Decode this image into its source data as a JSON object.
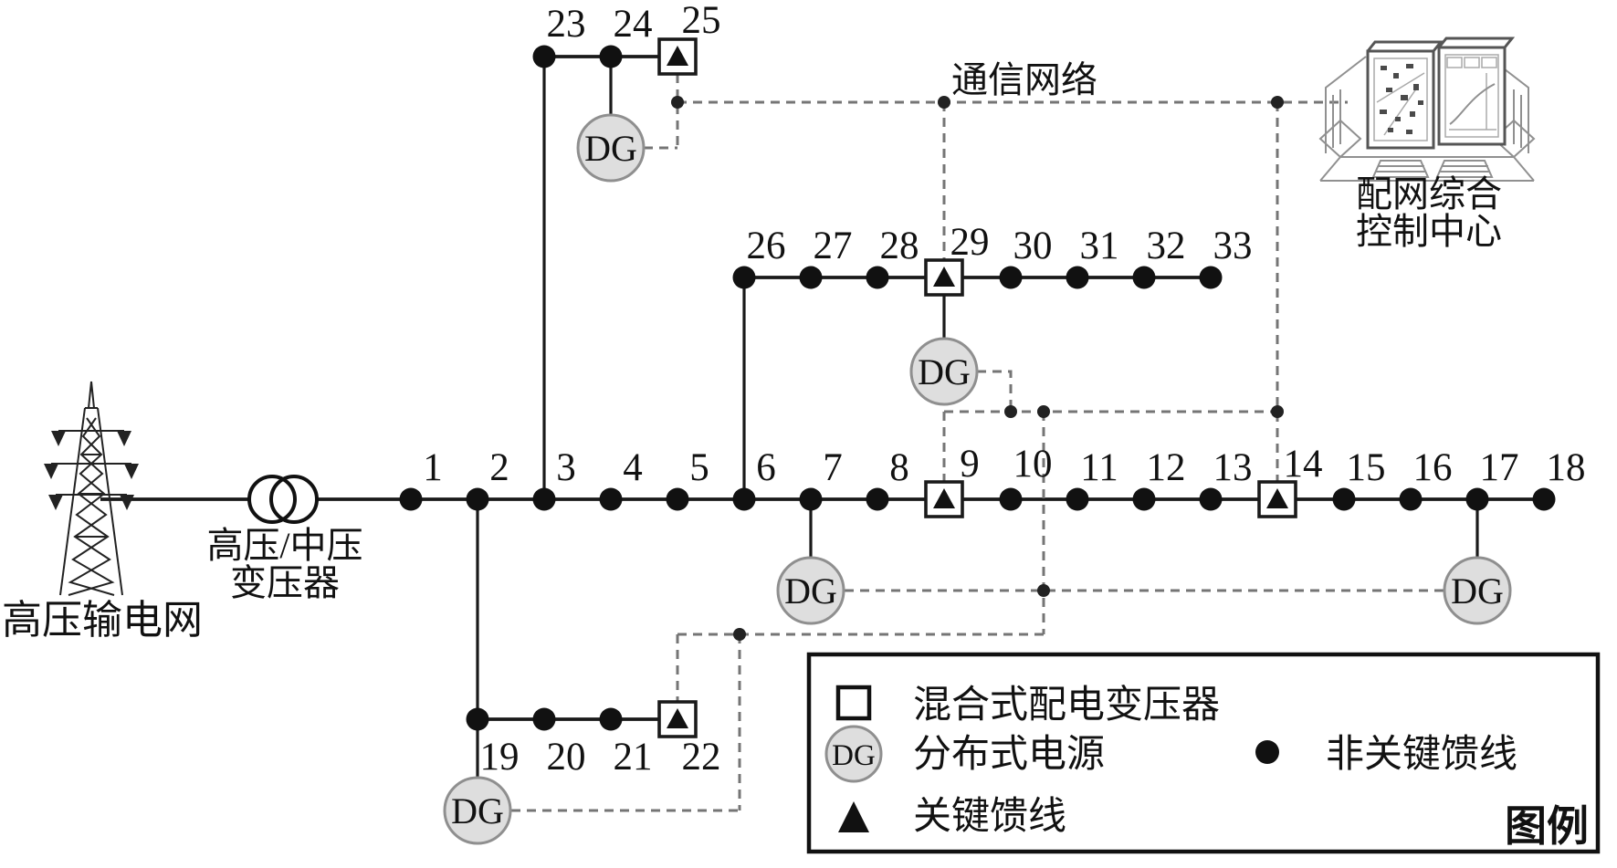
{
  "labels": {
    "comm_network": "通信网络",
    "hv_transmission_grid": "高压输电网",
    "transformer_line1": "高压/中压",
    "transformer_line2": "变压器",
    "control_center_line1": "配网综合",
    "control_center_line2": "控制中心"
  },
  "dg_label": "DG",
  "buses": {
    "main": [
      "1",
      "2",
      "3",
      "4",
      "5",
      "6",
      "7",
      "8",
      "9",
      "10",
      "11",
      "12",
      "13",
      "14",
      "15",
      "16",
      "17",
      "18"
    ],
    "branch_19_22": [
      "19",
      "20",
      "21",
      "22"
    ],
    "branch_23_25": [
      "23",
      "24",
      "25"
    ],
    "branch_26_33": [
      "26",
      "27",
      "28",
      "29",
      "30",
      "31",
      "32",
      "33"
    ]
  },
  "critical_buses": [
    "9",
    "14",
    "22",
    "25",
    "29"
  ],
  "dg_attached_buses": [
    "7",
    "17",
    "19",
    "24",
    "29"
  ],
  "legend": {
    "title": "图例",
    "items": [
      {
        "icon": "square",
        "label": "混合式配电变压器"
      },
      {
        "icon": "dg-circle",
        "label": "分布式电源"
      },
      {
        "icon": "dot",
        "label": "非关键馈线"
      },
      {
        "icon": "triangle",
        "label": "关键馈线"
      }
    ]
  },
  "colors": {
    "solid_line": "#1a1a1a",
    "comm_line": "#757575",
    "dg_fill": "#dedede",
    "dg_stroke": "#8f8f8f",
    "node_fill": "#111111",
    "background": "#ffffff"
  }
}
